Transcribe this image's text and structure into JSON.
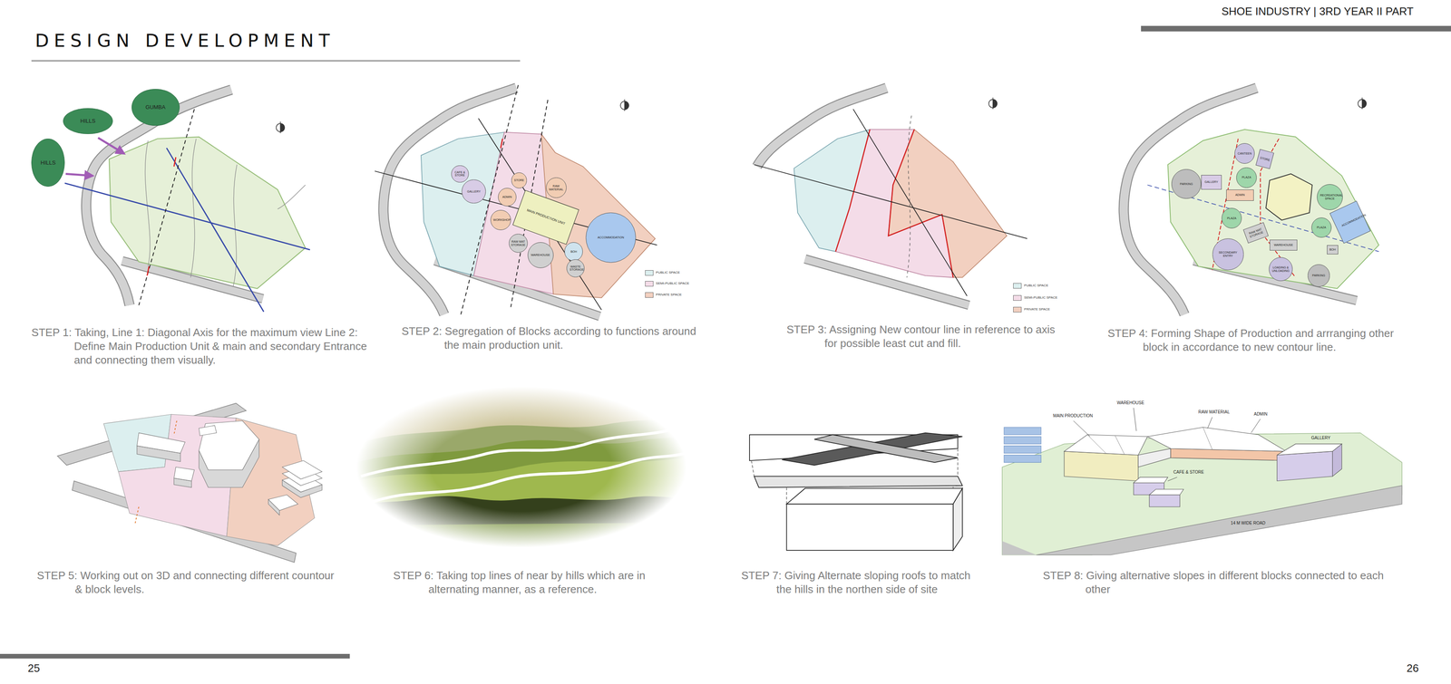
{
  "diagram": {
    "title": "DESIGN DEVELOPMENT",
    "nodes": [
      {
        "text": [
          "GUMBA"
        ]
      },
      {
        "text": [
          "HILLS"
        ]
      },
      {
        "text": [
          "HILLS"
        ]
      },
      {
        "text": [
          "CAFE & STORE"
        ]
      },
      {
        "text": [
          "GALLERY"
        ]
      },
      {
        "text": [
          "ADMIN"
        ]
      },
      {
        "text": [
          "STORE"
        ]
      },
      {
        "text": [
          "RAW MATERIAL"
        ]
      },
      {
        "text": [
          "WORKSHOP"
        ]
      },
      {
        "text": [
          "MAIN PRODUCTION UNIT"
        ]
      },
      {
        "text": [
          "RAW MAT STORAGE"
        ]
      },
      {
        "text": [
          "WAREHOUSE"
        ]
      },
      {
        "text": [
          "BOH"
        ]
      },
      {
        "text": [
          "WASTE STORAGE"
        ]
      },
      {
        "text": [
          "ACCOMMODATION"
        ]
      },
      {
        "text": [
          "PARKING"
        ]
      },
      {
        "text": [
          "GALLERY"
        ]
      },
      {
        "text": [
          "CANTEEN"
        ]
      },
      {
        "text": [
          "STORE"
        ]
      },
      {
        "text": [
          "PLAZA"
        ]
      },
      {
        "text": [
          "ADMIN"
        ]
      },
      {
        "text": [
          "PLAZA"
        ]
      },
      {
        "text": [
          "RAW MAT STORAGE"
        ]
      },
      {
        "text": [
          "WAREHOUSE"
        ]
      },
      {
        "text": [
          "SECONDARY ENTRY"
        ]
      },
      {
        "text": [
          "LOADING & UNLOADING"
        ]
      },
      {
        "text": [
          "RECREATIONAL SPACE"
        ]
      },
      {
        "text": [
          "PLAZA"
        ]
      },
      {
        "text": [
          "ACCOMMODATION"
        ]
      },
      {
        "text": [
          "BOH"
        ]
      },
      {
        "text": [
          "PARKING"
        ]
      }
    ],
    "labels": [
      "SHOE INDUSTRY | 3RD YEAR II PART",
      "STEP 1: Taking, Line 1: Diagonal Axis for the maximum view Line 2: Define Main Production Unit & main and secondary Entrance and connecting them visually.",
      "STEP 2: Segregation of Blocks according to functions around the main production unit.",
      "STEP 3: Assigning New contour line in reference to axis for possible least cut and fill.",
      "STEP 4: Forming Shape of Production and arrranging other block in accordance to new contour line.",
      "STEP 5: Working out on 3D and connecting different countour & block levels.",
      "STEP 6: Taking top lines of near by hills which are in alternating manner, as a reference.",
      "STEP 7: Giving Alternate sloping roofs to match the hills in the northen side of site",
      "STEP 8: Giving alternative slopes in different blocks connected to each other",
      "MAIN PRODUCTION",
      "WAREHOUSE",
      "RAW MATERIAL",
      "ADMIN",
      "GALLERY",
      "CAFE & STORE",
      "14 M WIDE ROAD",
      "25",
      "26"
    ],
    "legend": [
      {
        "text": "PUBLIC SPACE",
        "color": "#dcefef"
      },
      {
        "text": "SEMI-PUBLIC SPACE",
        "color": "#f4dce8"
      },
      {
        "text": "PRIVATE SPACE",
        "color": "#f2d0c0"
      },
      {
        "text": "PUBLIC SPACE",
        "color": "#dcefef"
      },
      {
        "text": "SEMI-PUBLIC SPACE",
        "color": "#f4dce8"
      },
      {
        "text": "PRIVATE SPACE",
        "color": "#f2d0c0"
      }
    ]
  }
}
